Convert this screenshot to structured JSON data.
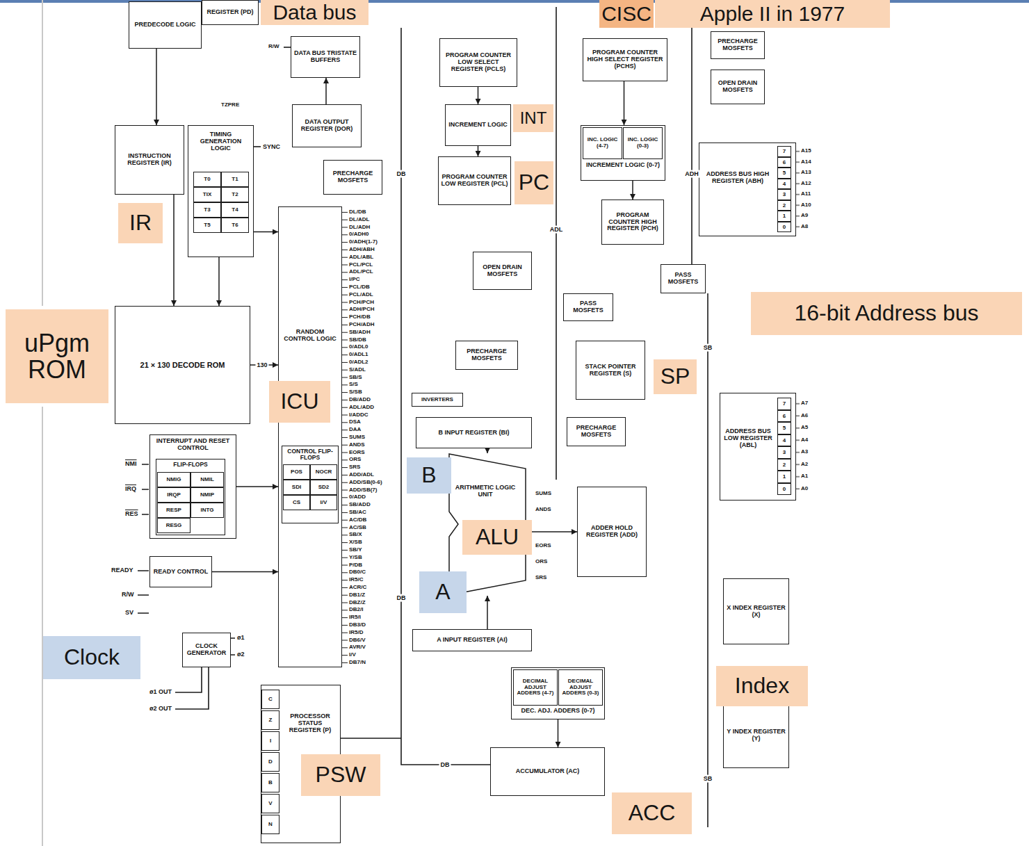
{
  "diagram": {
    "nodes": [
      {
        "text": [
          "PREDECODE LOGIC"
        ]
      },
      {
        "text": [
          "REGISTER (PD)"
        ]
      },
      {
        "text": [
          "DATA BUS TRISTATE BUFFERS"
        ]
      },
      {
        "text": [
          "DATA OUTPUT REGISTER (DOR)"
        ]
      },
      {
        "text": [
          "INSTRUCTION REGISTER (IR)"
        ]
      },
      {
        "text": [
          "TIMING GENERATION LOGIC"
        ]
      },
      {
        "text": [
          "T0"
        ],
        "in": 5
      },
      {
        "text": [
          "T1"
        ],
        "in": 5
      },
      {
        "text": [
          "TIX"
        ],
        "in": 5
      },
      {
        "text": [
          "T2"
        ],
        "in": 5
      },
      {
        "text": [
          "T3"
        ],
        "in": 5
      },
      {
        "text": [
          "T4"
        ],
        "in": 5
      },
      {
        "text": [
          "T5"
        ],
        "in": 5
      },
      {
        "text": [
          "T6"
        ],
        "in": 5
      },
      {
        "text": [
          "PRECHARGE MOSFETS"
        ]
      },
      {
        "text": [
          "21 × 130 DECODE ROM"
        ]
      },
      {
        "text": [
          "RANDOM CONTROL LOGIC"
        ]
      },
      {
        "text": [
          "CONTROL FLIP-FLOPS"
        ],
        "in": 16
      },
      {
        "text": [
          "POS"
        ],
        "in": 17
      },
      {
        "text": [
          "NOCR"
        ],
        "in": 17
      },
      {
        "text": [
          "SDI"
        ],
        "in": 17
      },
      {
        "text": [
          "SD2"
        ],
        "in": 17
      },
      {
        "text": [
          "CS"
        ],
        "in": 17
      },
      {
        "text": [
          "I/V"
        ],
        "in": 17
      },
      {
        "text": [
          "INTERRUPT AND RESET CONTROL"
        ]
      },
      {
        "text": [
          "FLIP-FLOPS"
        ],
        "in": 24
      },
      {
        "text": [
          "NMIG"
        ],
        "in": 25
      },
      {
        "text": [
          "NMIL"
        ],
        "in": 25
      },
      {
        "text": [
          "IRQP"
        ],
        "in": 25
      },
      {
        "text": [
          "NMIP"
        ],
        "in": 25
      },
      {
        "text": [
          "RESP"
        ],
        "in": 25
      },
      {
        "text": [
          "INTG"
        ],
        "in": 25
      },
      {
        "text": [
          "RESG"
        ],
        "in": 25
      },
      {
        "text": [
          "READY CONTROL"
        ]
      },
      {
        "text": [
          "CLOCK GENERATOR"
        ]
      },
      {
        "text": [
          "PROCESSOR STATUS REGISTER (P)"
        ]
      },
      {
        "text": [
          "C"
        ],
        "in": 35
      },
      {
        "text": [
          "Z"
        ],
        "in": 35
      },
      {
        "text": [
          "I"
        ],
        "in": 35
      },
      {
        "text": [
          "D"
        ],
        "in": 35
      },
      {
        "text": [
          "B"
        ],
        "in": 35
      },
      {
        "text": [
          "V"
        ],
        "in": 35
      },
      {
        "text": [
          "N"
        ],
        "in": 35
      },
      {
        "text": [
          "PROGRAM COUNTER LOW SELECT REGISTER (PCLS)"
        ]
      },
      {
        "text": [
          "INCREMENT LOGIC"
        ]
      },
      {
        "text": [
          "PROGRAM COUNTER LOW REGISTER (PCL)"
        ]
      },
      {
        "text": [
          "PROGRAM COUNTER HIGH SELECT REGISTER (PCHS)"
        ]
      },
      {
        "text": [
          "INCREMENT LOGIC (0-7)"
        ]
      },
      {
        "text": [
          "INC. LOGIC (4-7)"
        ],
        "in": 47
      },
      {
        "text": [
          "INC. LOGIC (0-3)"
        ],
        "in": 47
      },
      {
        "text": [
          "PROGRAM COUNTER HIGH REGISTER (PCH)"
        ]
      },
      {
        "text": [
          "PRECHARGE MOSFETS"
        ]
      },
      {
        "text": [
          "OPEN DRAIN MOSFETS"
        ]
      },
      {
        "text": [
          "ADDRESS BUS HIGH REGISTER (ABH)"
        ]
      },
      {
        "text": [
          "OPEN DRAIN MOSFETS"
        ]
      },
      {
        "text": [
          "PASS MOSFETS"
        ]
      },
      {
        "text": [
          "PASS MOSFETS"
        ]
      },
      {
        "text": [
          "PRECHARGE MOSFETS"
        ]
      },
      {
        "text": [
          "STACK POINTER REGISTER (S)"
        ]
      },
      {
        "text": [
          "INVERTERS"
        ]
      },
      {
        "text": [
          "B INPUT REGISTER (BI)"
        ]
      },
      {
        "text": [
          "ARITHMETIC LOGIC UNIT"
        ]
      },
      {
        "text": [
          "PRECHARGE MOSFETS"
        ]
      },
      {
        "text": [
          "ADDER HOLD REGISTER (ADD)"
        ]
      },
      {
        "text": [
          "ADDRESS BUS LOW REGISTER (ABL)"
        ]
      },
      {
        "text": [
          "A INPUT REGISTER (AI)"
        ]
      },
      {
        "text": [
          "DEC. ADJ. ADDERS (0-7)"
        ]
      },
      {
        "text": [
          "DECIMAL ADJUST ADDERS (4-7)"
        ],
        "in": 66
      },
      {
        "text": [
          "DECIMAL ADJUST ADDERS (0-3)"
        ],
        "in": 66
      },
      {
        "text": [
          "ACCUMULATOR (AC)"
        ]
      },
      {
        "text": [
          "X INDEX REGISTER (X)"
        ]
      },
      {
        "text": [
          "Y INDEX REGISTER (Y)"
        ]
      },
      {
        "text": [
          "Data bus"
        ]
      },
      {
        "text": [
          "CISC"
        ]
      },
      {
        "text": [
          "Apple II in 1977"
        ]
      },
      {
        "text": [
          "INT"
        ]
      },
      {
        "text": [
          "PC"
        ]
      },
      {
        "text": [
          "IR"
        ]
      },
      {
        "text": [
          "uPgm ROM"
        ]
      },
      {
        "text": [
          "ICU"
        ]
      },
      {
        "text": [
          "SP"
        ]
      },
      {
        "text": [
          "16-bit Address bus"
        ]
      },
      {
        "text": [
          "B"
        ]
      },
      {
        "text": [
          "ALU"
        ]
      },
      {
        "text": [
          "A"
        ]
      },
      {
        "text": [
          "Clock"
        ]
      },
      {
        "text": [
          "Index"
        ]
      },
      {
        "text": [
          "PSW"
        ]
      },
      {
        "text": [
          "ACC"
        ]
      }
    ],
    "edges": [
      {
        "from": 0,
        "to": 4,
        "arrow": "to"
      },
      {
        "from": 4,
        "to": 15,
        "arrow": "to"
      },
      {
        "from": 5,
        "to": 15,
        "arrow": "to"
      },
      {
        "from": 15,
        "to": 16,
        "label": "130",
        "arrow": "to"
      },
      {
        "from": 5,
        "to": 16,
        "arrow": "to"
      },
      {
        "from": 24,
        "to": 16,
        "arrow": "to"
      },
      {
        "from": 33,
        "to": 16,
        "arrow": "to"
      },
      {
        "from": 3,
        "to": 2,
        "arrow": "to"
      },
      {
        "from": 43,
        "to": 44,
        "arrow": "to"
      },
      {
        "from": 44,
        "to": 45,
        "arrow": "to"
      },
      {
        "from": 46,
        "to": 47,
        "arrow": "to"
      },
      {
        "from": 47,
        "to": 50,
        "arrow": "to"
      },
      {
        "from": 65,
        "to": 61,
        "arrow": "to"
      },
      {
        "from": 60,
        "to": 61,
        "arrow": "to"
      },
      {
        "from": 66,
        "to": 69,
        "arrow": "to"
      },
      {
        "from": 61,
        "to": 63,
        "arrow": "to"
      }
    ],
    "labels": [
      "SYNC",
      "TZPRE",
      "R/W",
      "NMI",
      "IRQ",
      "RES",
      "READY",
      "R/W",
      "SV",
      "ø1 OUT",
      "ø2 OUT",
      "ø1",
      "ø2",
      "DB",
      "DB",
      "DB",
      "ADL",
      "ADH",
      "SB",
      "SB",
      "7",
      "6",
      "5",
      "4",
      "3",
      "2",
      "1",
      "0",
      "A15",
      "A14",
      "A13",
      "A12",
      "A11",
      "A10",
      "A9",
      "A8",
      "7",
      "6",
      "5",
      "4",
      "3",
      "2",
      "1",
      "0",
      "A7",
      "A6",
      "A5",
      "A4",
      "A3",
      "A2",
      "A1",
      "A0",
      "SUMS",
      "ANDS",
      "EORS",
      "ORS",
      "SRS",
      "DL/DB",
      "DL/ADL",
      "DL/ADH",
      "0/ADH0",
      "0/ADH(1-7)",
      "ADH/ABH",
      "ADL/ABL",
      "PCL/PCL",
      "ADL/PCL",
      "I/PC",
      "PCL/DB",
      "PCL/ADL",
      "PCH/PCH",
      "ADH/PCH",
      "PCH/DB",
      "PCH/ADH",
      "SB/ADH",
      "SB/DB",
      "0/ADL0",
      "0/ADL1",
      "0/ADL2",
      "S/ADL",
      "SB/S",
      "S/S",
      "S/SB",
      "DB/ADD",
      "ADL/ADD",
      "I/ADDC",
      "DSA",
      "DAA",
      "SUMS",
      "ANDS",
      "EORS",
      "ORS",
      "SRS",
      "ADD/ADL",
      "ADD/SB(0-6)",
      "ADD/SB(7)",
      "0/ADD",
      "SB/ADD",
      "SB/AC",
      "AC/DB",
      "AC/SB",
      "SB/X",
      "X/SB",
      "SB/Y",
      "Y/SB",
      "P/DB",
      "DB0/C",
      "IR5/C",
      "ACR/C",
      "DB1/Z",
      "DBZ/Z",
      "DB2/I",
      "IR5/I",
      "DB3/D",
      "IR5/D",
      "DB6/V",
      "AVR/V",
      "I/V",
      "DB7/N"
    ]
  }
}
